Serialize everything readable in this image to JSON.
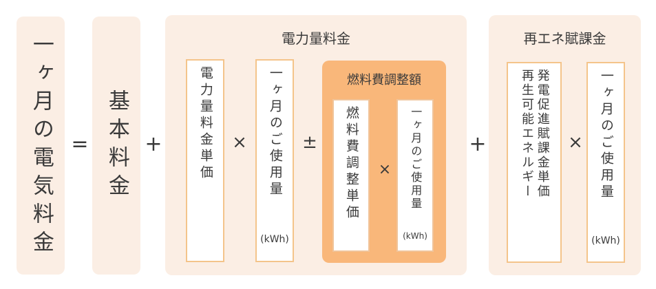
{
  "total": "一ヶ月の電気料金",
  "base": "基本料金",
  "power_rate": {
    "title": "電力量料金",
    "unit_price": "電力量料金単価",
    "usage": "一ヶ月のご使用量",
    "usage_unit": "(kWh)"
  },
  "fuel_adjustment": {
    "title": "燃料費調整額",
    "unit_price": "燃料費調整単価",
    "usage": "一ヶ月のご使用量",
    "usage_unit": "(kWh)"
  },
  "renewable": {
    "title": "再エネ賦課金",
    "unit_price_col1": "再生可能エネルギー",
    "unit_price_col2": "発電促進賦課金単価",
    "usage": "一ヶ月のご使用量",
    "usage_unit": "(kWh)"
  },
  "operators": {
    "equals": "=",
    "plus1": "+",
    "times1": "×",
    "plusminus": "±",
    "times2": "×",
    "plus2": "+",
    "times3": "×"
  }
}
